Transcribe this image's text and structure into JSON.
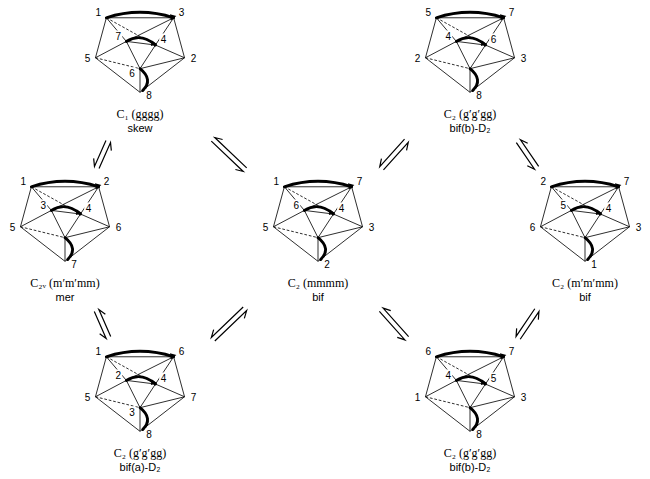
{
  "diagram": {
    "nodes": [
      {
        "text": [
          "C₁ (gggg)",
          "skew"
        ]
      },
      {
        "text": [
          "C₂ (g′g′gg)",
          "bif(b)-D₂"
        ]
      },
      {
        "text": [
          "C₂ᵥ (m′m′mm)",
          "mer"
        ]
      },
      {
        "text": [
          "C₂ (mmmm)",
          "bif"
        ]
      },
      {
        "text": [
          "C₂ (m′m′mm)",
          "bif"
        ]
      },
      {
        "text": [
          "C₂ (g′g′gg)",
          "bif(a)-D₂"
        ]
      },
      {
        "text": [
          "C₂ (g′g′gg)",
          "bif(b)-D₂"
        ]
      }
    ],
    "edges": [
      {
        "from": 0,
        "to": 2,
        "arrow": "both"
      },
      {
        "from": 0,
        "to": 3,
        "arrow": "both"
      },
      {
        "from": 2,
        "to": 5,
        "arrow": "both"
      },
      {
        "from": 5,
        "to": 3,
        "arrow": "both"
      },
      {
        "from": 3,
        "to": 1,
        "arrow": "both"
      },
      {
        "from": 3,
        "to": 6,
        "arrow": "both"
      },
      {
        "from": 1,
        "to": 4,
        "arrow": "both"
      },
      {
        "from": 6,
        "to": 4,
        "arrow": "both"
      }
    ],
    "labels": [
      "1",
      "3",
      "2",
      "8",
      "5",
      "7",
      "4",
      "6",
      "5",
      "7",
      "3",
      "8",
      "2",
      "4",
      "6",
      "1",
      "2",
      "6",
      "7",
      "5",
      "3",
      "4",
      "1",
      "7",
      "3",
      "2",
      "5",
      "6",
      "4",
      "2",
      "7",
      "3",
      "1",
      "6",
      "5",
      "4",
      "1",
      "6",
      "7",
      "8",
      "5",
      "2",
      "4",
      "3",
      "6",
      "7",
      "3",
      "8",
      "1",
      "4",
      "5"
    ]
  }
}
